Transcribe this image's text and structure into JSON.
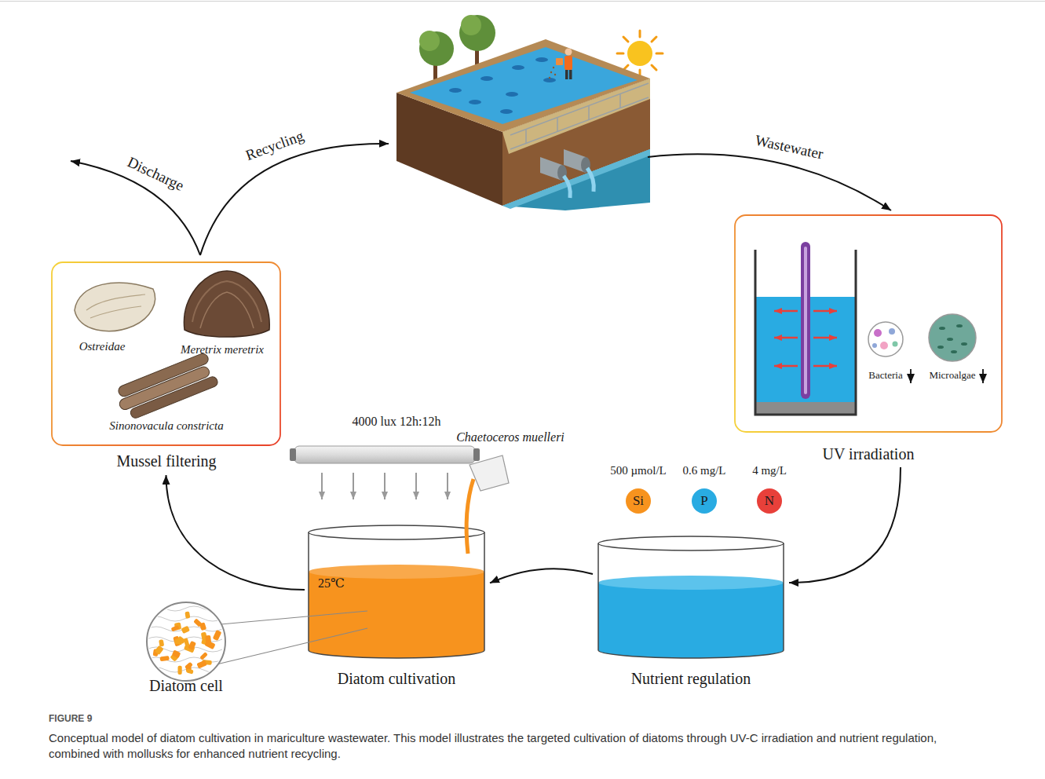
{
  "diagram": {
    "caption": "Conceptual model of diatom cultivation in mariculture wastewater. This model illustrates the targeted cultivation of diatoms through UV-C irradiation and nutrient regulation, combined with mollusks for enhanced nutrient recycling.",
    "nodes": [
      {
        "text": [
          "Ostreidae",
          "Meretrix meretrix",
          "Sinonovacula constricta",
          "Mussel filtering"
        ]
      },
      {
        "text": [
          "Bacteria",
          "Microalgae",
          "UV irradiation"
        ]
      },
      {
        "text": [
          "500 µmol/L",
          "Si"
        ]
      },
      {
        "text": [
          "0.6 mg/L",
          "P"
        ]
      },
      {
        "text": [
          "4 mg/L",
          "N"
        ]
      },
      {
        "text": [
          "Nutrient regulation"
        ]
      },
      {
        "text": [
          "25℃",
          "Diatom cultivation"
        ]
      },
      {
        "text": [
          "Diatom cell"
        ]
      }
    ],
    "edges": [
      {
        "from": 1,
        "to": 5,
        "arrow": "to"
      },
      {
        "from": 5,
        "to": 6,
        "arrow": "to"
      },
      {
        "from": 6,
        "to": 0,
        "arrow": "to"
      }
    ],
    "labels": [
      "Recycling",
      "Discharge",
      "Wastewater",
      "4000 lux 12h:12h",
      "Chaetoceros muelleri",
      "FIGURE 9"
    ]
  }
}
